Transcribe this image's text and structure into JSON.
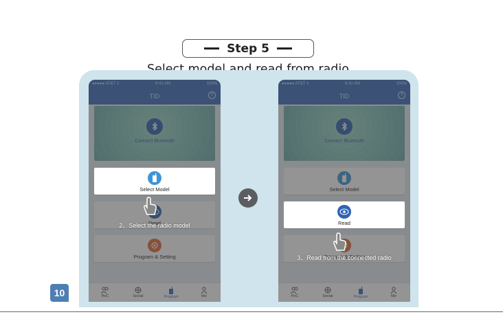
{
  "header": {
    "step_label": "Step 5",
    "subtitle": "Select model and read from radio"
  },
  "phone": {
    "status_left": "●●●●● AT&T ≡",
    "status_time": "9:41 AM",
    "status_battery": "100%",
    "app_title": "TID",
    "help_icon_label": "?",
    "bluetooth_label": "Connect Bluetooth",
    "cards": [
      "Select Model",
      "Read",
      "Program & Setting"
    ],
    "tabs": [
      "PoC",
      "Social",
      "Program",
      "Me"
    ]
  },
  "left_screen": {
    "hint": "2、Select the radio model"
  },
  "right_screen": {
    "hint": "3、Read from the connected radio"
  },
  "page_number": "10",
  "colors": {
    "brand_blue": "#3a6ebc",
    "panel_bg": "#cfe4ec",
    "teal_card": "#7dbfb6",
    "model_icon": "#3f94d6",
    "read_icon": "#2f63b2",
    "program_icon": "#e06b3a"
  }
}
